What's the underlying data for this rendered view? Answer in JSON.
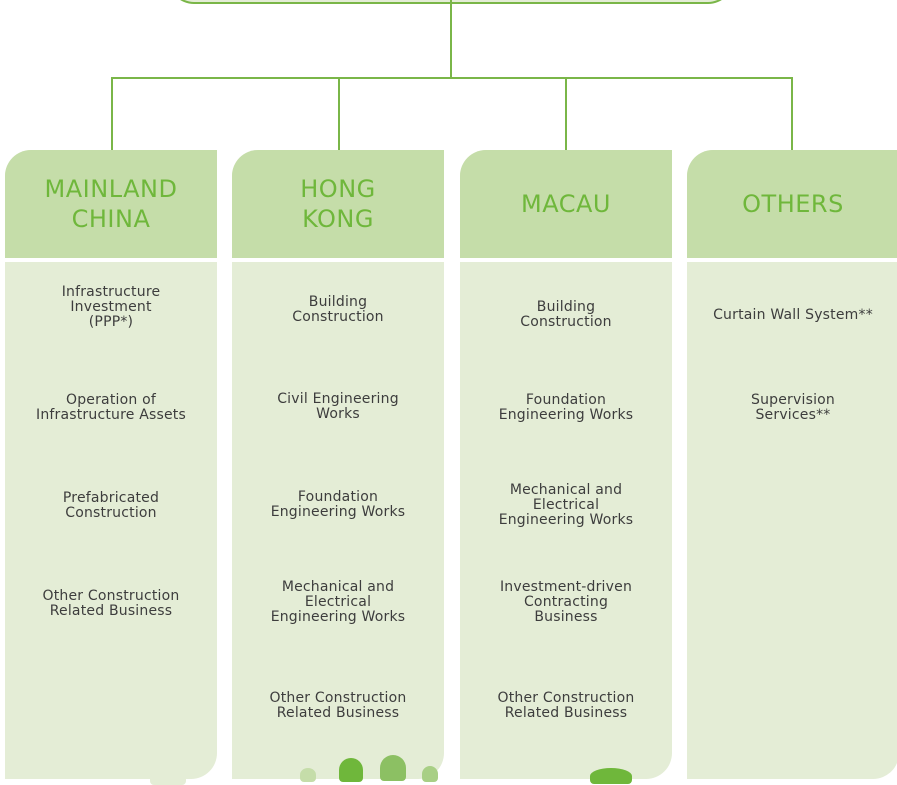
{
  "colors": {
    "line": "#7ab648",
    "header_bg": "#c5dda9",
    "body_bg": "#e4edd6",
    "header_text": "#6fb73b",
    "item_text": "#3d3d3d"
  },
  "columns": [
    {
      "title": "MAINLAND\nCHINA",
      "items": [
        "Infrastructure\nInvestment\n(PPP*)",
        "Operation of\nInfrastructure Assets",
        "Prefabricated\nConstruction",
        "Other Construction\nRelated Business"
      ]
    },
    {
      "title": "HONG\nKONG",
      "items": [
        "Building\nConstruction",
        "Civil Engineering\nWorks",
        "Foundation\nEngineering Works",
        "Mechanical and\nElectrical\nEngineering Works",
        "Other Construction\nRelated Business"
      ]
    },
    {
      "title": "MACAU",
      "items": [
        "Building\nConstruction",
        "Foundation\nEngineering Works",
        "Mechanical and\nElectrical\nEngineering Works",
        "Investment-driven\nContracting\nBusiness",
        "Other Construction\nRelated Business"
      ]
    },
    {
      "title": "OTHERS",
      "items": [
        "Curtain Wall System**",
        "Supervision\nServices**"
      ]
    }
  ]
}
